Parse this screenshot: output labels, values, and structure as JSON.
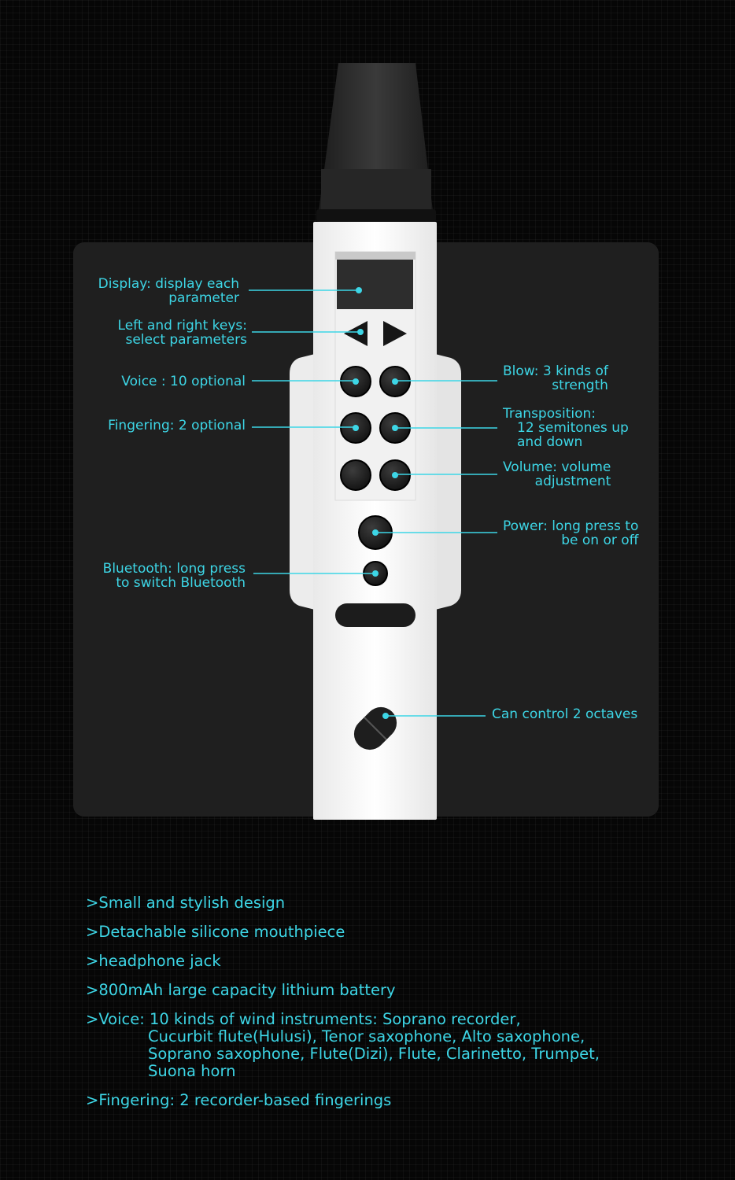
{
  "callouts": {
    "display": {
      "line1": "Display: display each",
      "line2": "parameter"
    },
    "left_right": {
      "line1": "Left and right keys:",
      "line2": "select parameters"
    },
    "voice": {
      "line1": "Voice : 10 optional"
    },
    "fingering": {
      "line1": "Fingering: 2 optional"
    },
    "bluetooth": {
      "line1": "Bluetooth: long press",
      "line2": "to switch Bluetooth"
    },
    "blow": {
      "line1": "Blow: 3 kinds of",
      "line2": "strength"
    },
    "transposition": {
      "line1": "Transposition:",
      "line2": "12 semitones up",
      "line3": "and down"
    },
    "volume": {
      "line1": "Volume: volume",
      "line2": "adjustment"
    },
    "power": {
      "line1": "Power: long press to",
      "line2": "be on or off"
    },
    "octave": {
      "line1": "Can control 2 octaves"
    }
  },
  "features": [
    ">Small and stylish design",
    ">Detachable silicone mouthpiece",
    ">headphone jack",
    ">800mAh large capacity lithium battery"
  ],
  "voice_feature": {
    "line1": ">Voice: 10 kinds of wind instruments: Soprano recorder,",
    "line2": "Cucurbit flute(Hulusi), Tenor saxophone, Alto saxophone,",
    "line3": "Soprano saxophone, Flute(Dizi), Flute, Clarinetto, Trumpet,",
    "line4": "Suona horn"
  },
  "fingering_feature": ">Fingering: 2 recorder-based fingerings",
  "colors": {
    "accent": "#3dd6e6",
    "background": "#060606",
    "panel": "#1f1f1f",
    "device_body": "#ffffff",
    "mouthpiece": "#2a2a2a",
    "button": "#1c1c1c"
  }
}
